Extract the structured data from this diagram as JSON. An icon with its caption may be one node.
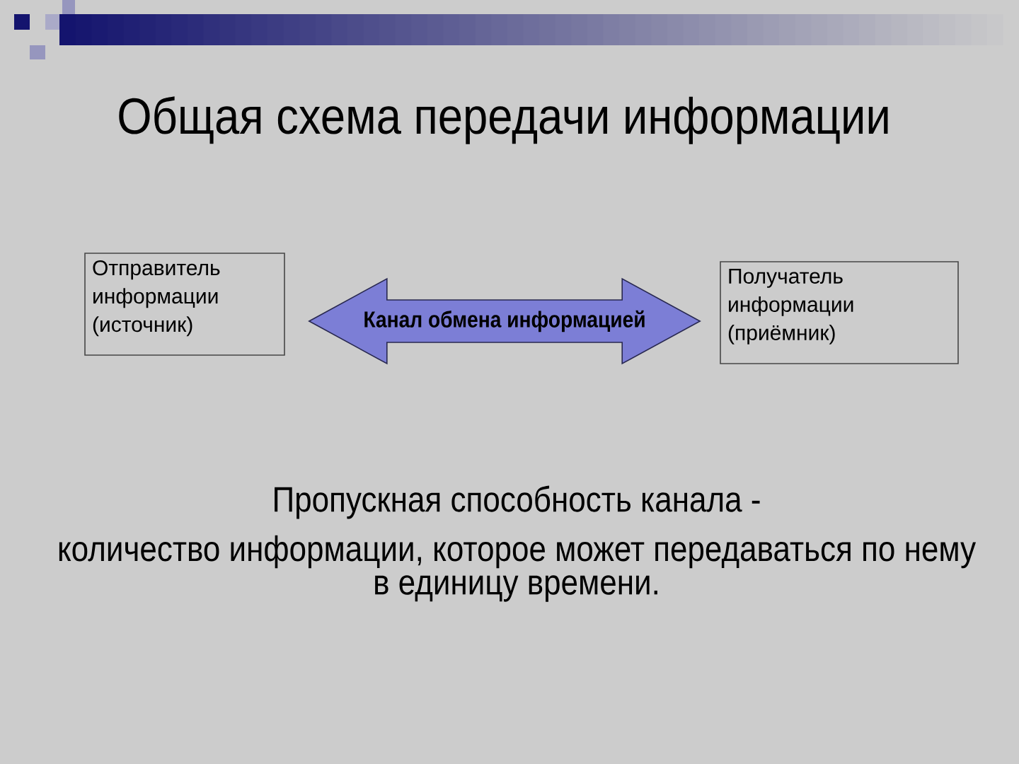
{
  "diagram": {
    "title": "Общая схема передачи информации",
    "nodes": [
      {
        "text": [
          "Отправитель информации (источник)"
        ]
      },
      {
        "text": [
          "Получатель информации (приёмник)"
        ]
      }
    ],
    "edges": [
      {
        "from": 0,
        "to": 1,
        "arrow": "both",
        "label": "Канал обмена информацией"
      }
    ],
    "labels": [
      "Пропускная способность канала -",
      "количество информации, которое может передаваться по нему",
      "в единицу времени."
    ]
  }
}
